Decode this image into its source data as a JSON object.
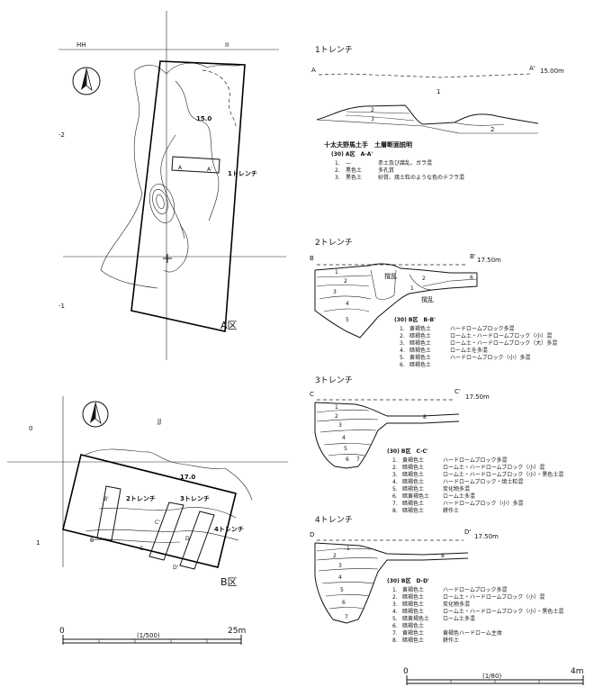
{
  "plan_a": {
    "grid_hh": "HH",
    "grid_ii": "II",
    "grid_minus2": "-2",
    "grid_minus1": "-1",
    "contour_label": "15.0",
    "trench_label": "1トレンチ",
    "point_a": "A",
    "point_a_prime": "A'",
    "area_label": "A区"
  },
  "plan_b": {
    "grid_jj": "JJ",
    "grid_0": "0",
    "grid_1": "1",
    "contour_label": "17.0",
    "trench2_label": "2トレンチ",
    "trench3_label": "3トレンチ",
    "trench4_label": "4トレンチ",
    "point_b": "B",
    "point_b_prime": "B'",
    "point_c": "C",
    "point_c_prime": "C'",
    "point_d": "D",
    "point_d_prime": "D'",
    "area_label": "B区"
  },
  "scale_plan": {
    "start": "0",
    "ratio": "(1/500)",
    "end": "25m"
  },
  "scale_section": {
    "start": "0",
    "ratio": "(1/80)",
    "end": "4m"
  },
  "trench1": {
    "title": "1トレンチ",
    "left_point": "A",
    "right_point": "A'",
    "elevation": "15.00m",
    "layer_labels": [
      "1",
      "2",
      "3",
      "2"
    ],
    "legend_title": "十太夫野馬土手　土層断面説明",
    "legend_subtitle": "(30)  A区　A-A'",
    "legend_rows": [
      {
        "num": "1.",
        "soil": "—",
        "desc": "赤土及び腐乱、ガラ混"
      },
      {
        "num": "2.",
        "soil": "黒色土",
        "desc": "多孔質"
      },
      {
        "num": "3.",
        "soil": "黒色土",
        "desc": "砂質、焼土粒のような色のテフラ混"
      }
    ]
  },
  "trench2": {
    "title": "2トレンチ",
    "left_point": "B",
    "right_point": "B'",
    "elevation": "17.50m",
    "layer_labels": [
      "1",
      "2",
      "3",
      "4",
      "5",
      "2",
      "1",
      "6"
    ],
    "disturbance_1": "撹乱",
    "disturbance_2": "撹乱",
    "legend_subtitle": "(30)  B区　B-B'",
    "legend_rows": [
      {
        "num": "1.",
        "soil": "黄褐色土",
        "desc": "ハードロームブロック多混"
      },
      {
        "num": "2.",
        "soil": "暗褐色土",
        "desc": "ローム土・ハードロームブロック（小）混"
      },
      {
        "num": "3.",
        "soil": "暗褐色土",
        "desc": "ローム土・ハードロームブロック（大）多混"
      },
      {
        "num": "4.",
        "soil": "暗褐色土",
        "desc": "ローム土を多混"
      },
      {
        "num": "5.",
        "soil": "黄褐色土",
        "desc": "ハードロームブロック（小）多混"
      },
      {
        "num": "6.",
        "soil": "暗褐色土",
        "desc": ""
      }
    ]
  },
  "trench3": {
    "title": "3トレンチ",
    "left_point": "C",
    "right_point": "C'",
    "elevation": "17.50m",
    "layer_labels": [
      "1",
      "2",
      "3",
      "4",
      "5",
      "6",
      "7",
      "8"
    ],
    "legend_subtitle": "(30)  B区　C-C'",
    "legend_rows": [
      {
        "num": "1.",
        "soil": "黄褐色土",
        "desc": "ハードロームブロック多混"
      },
      {
        "num": "2.",
        "soil": "暗褐色土",
        "desc": "ローム土・ハードロームブロック（小）混"
      },
      {
        "num": "3.",
        "soil": "暗褐色土",
        "desc": "ローム土・ハードロームブロック（小）・黒色土混"
      },
      {
        "num": "4.",
        "soil": "暗褐色土",
        "desc": "ハードロームブロック・焼土粒混"
      },
      {
        "num": "5.",
        "soil": "暗褐色土",
        "desc": "炭化物多混"
      },
      {
        "num": "6.",
        "soil": "暗黄褐色土",
        "desc": "ローム土多混"
      },
      {
        "num": "7.",
        "soil": "暗褐色土",
        "desc": "ハードロームブロック（小）多混"
      },
      {
        "num": "8.",
        "soil": "暗褐色土",
        "desc": "耕作土"
      }
    ]
  },
  "trench4": {
    "title": "4トレンチ",
    "left_point": "D",
    "right_point": "D'",
    "elevation": "17.50m",
    "layer_labels": [
      "1",
      "2",
      "3",
      "4",
      "5",
      "6",
      "7",
      "8"
    ],
    "legend_subtitle": "(30)  B区　D-D'",
    "legend_rows": [
      {
        "num": "1.",
        "soil": "黄褐色土",
        "desc": "ハードロームブロック多混"
      },
      {
        "num": "2.",
        "soil": "暗褐色土",
        "desc": "ローム土・ハードロームブロック（小）混"
      },
      {
        "num": "3.",
        "soil": "暗褐色土",
        "desc": "炭化物多混"
      },
      {
        "num": "4.",
        "soil": "暗褐色土",
        "desc": "ローム土・ハードロームブロック（小）・黒色土混"
      },
      {
        "num": "5.",
        "soil": "暗黄褐色土",
        "desc": "ローム土多混"
      },
      {
        "num": "6.",
        "soil": "暗褐色土",
        "desc": ""
      },
      {
        "num": "7.",
        "soil": "黄褐色土",
        "desc": "黄褐色ハードローム主体"
      },
      {
        "num": "8.",
        "soil": "暗褐色土",
        "desc": "耕作土"
      }
    ]
  }
}
